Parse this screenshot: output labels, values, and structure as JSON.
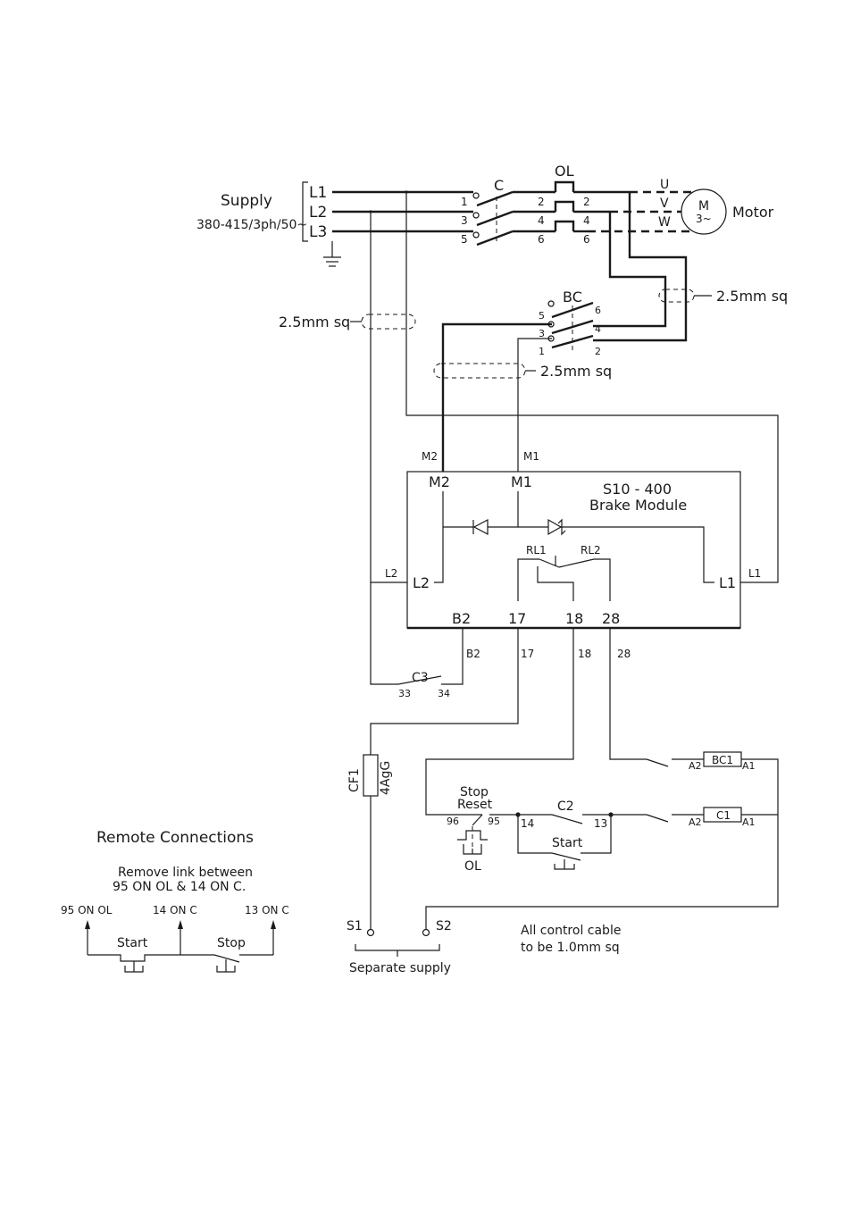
{
  "supply": {
    "label": "Supply",
    "rating": "380-415/3ph/50~",
    "lines": [
      "L1",
      "L2",
      "L3"
    ]
  },
  "contactor_c": {
    "label": "C",
    "terminals_in": [
      "1",
      "3",
      "5"
    ],
    "terminals_out": [
      "2",
      "4",
      "6"
    ]
  },
  "overload": {
    "label": "OL",
    "terminals_in": [
      "2",
      "4",
      "6"
    ],
    "terminals_out": [
      "2",
      "4",
      "6"
    ]
  },
  "motor": {
    "phases": [
      "U",
      "V",
      "W"
    ],
    "symbol_top": "M",
    "symbol_bottom": "3~",
    "label": "Motor"
  },
  "brake_contactor": {
    "label": "BC",
    "terminals_in": [
      "5",
      "3",
      "1"
    ],
    "terminals_out": [
      "6",
      "4",
      "2"
    ]
  },
  "cables": {
    "motor_side": "2.5mm sq",
    "l2_feed": "2.5mm sq",
    "module_feed": "2.5mm sq"
  },
  "wire_labels": {
    "m2": "M2",
    "m1": "M1",
    "l2": "L2",
    "l1": "L1",
    "b2": "B2",
    "w17": "17",
    "w18": "18",
    "w28": "28"
  },
  "module": {
    "title": "S10 - 400",
    "subtitle": "Brake Module",
    "m2": "M2",
    "m1": "M1",
    "l2": "L2",
    "l1": "L1",
    "b2": "B2",
    "t17": "17",
    "t18": "18",
    "t28": "28",
    "rl1": "RL1",
    "rl2": "RL2"
  },
  "aux_c3": {
    "label": "C3",
    "t33": "33",
    "t34": "34"
  },
  "fuse": {
    "name": "CF1",
    "rating": "4AgG"
  },
  "control": {
    "stop_reset_line1": "Stop",
    "stop_reset_line2": "Reset",
    "ol_96": "96",
    "ol_95": "95",
    "ol_label": "OL",
    "c2_label": "C2",
    "c2_14": "14",
    "c2_13": "13",
    "start_label": "Start",
    "bc1_coil": "BC1",
    "c1_coil": "C1",
    "a2": "A2",
    "a1": "A1",
    "s1": "S1",
    "s2": "S2",
    "separate_supply": "Separate supply",
    "note_line1": "All control cable",
    "note_line2": "to be 1.0mm sq"
  },
  "remote": {
    "title": "Remote Connections",
    "note_line1": "Remove link between",
    "note_line2": "95 ON OL  &  14 ON C.",
    "term_95": "95  ON  OL",
    "term_14": "14  ON  C",
    "term_13": "13  ON  C",
    "start": "Start",
    "stop": "Stop"
  }
}
